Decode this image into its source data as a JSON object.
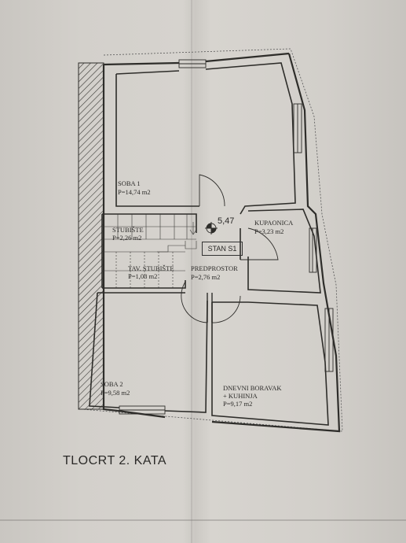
{
  "rooms": {
    "soba1": {
      "name": "SOBA 1",
      "area": "P=14,74 m2"
    },
    "stubiste": {
      "name": "STUBIŠTE",
      "area": "P=2,26 m2"
    },
    "tav_stubiste": {
      "name": "TAV. STUBIŠTE",
      "area": "P=1,08 m2"
    },
    "kupaonica": {
      "name": "KUPAONICA",
      "area": "P=3,23 m2"
    },
    "predprostor": {
      "name": "PREDPROSTOR",
      "area": "P=2,76 m2"
    },
    "soba2": {
      "name": "SOBA 2",
      "area": "P=9,58 m2"
    },
    "dnevni": {
      "name_line1": "DNEVNI BORAVAK",
      "name_line2": "+ KUHINJA",
      "area": "P=9,17 m2"
    }
  },
  "level_marker": "5,47",
  "unit_label": "STAN S1",
  "plan_title": "TLOCRT 2. KATA"
}
